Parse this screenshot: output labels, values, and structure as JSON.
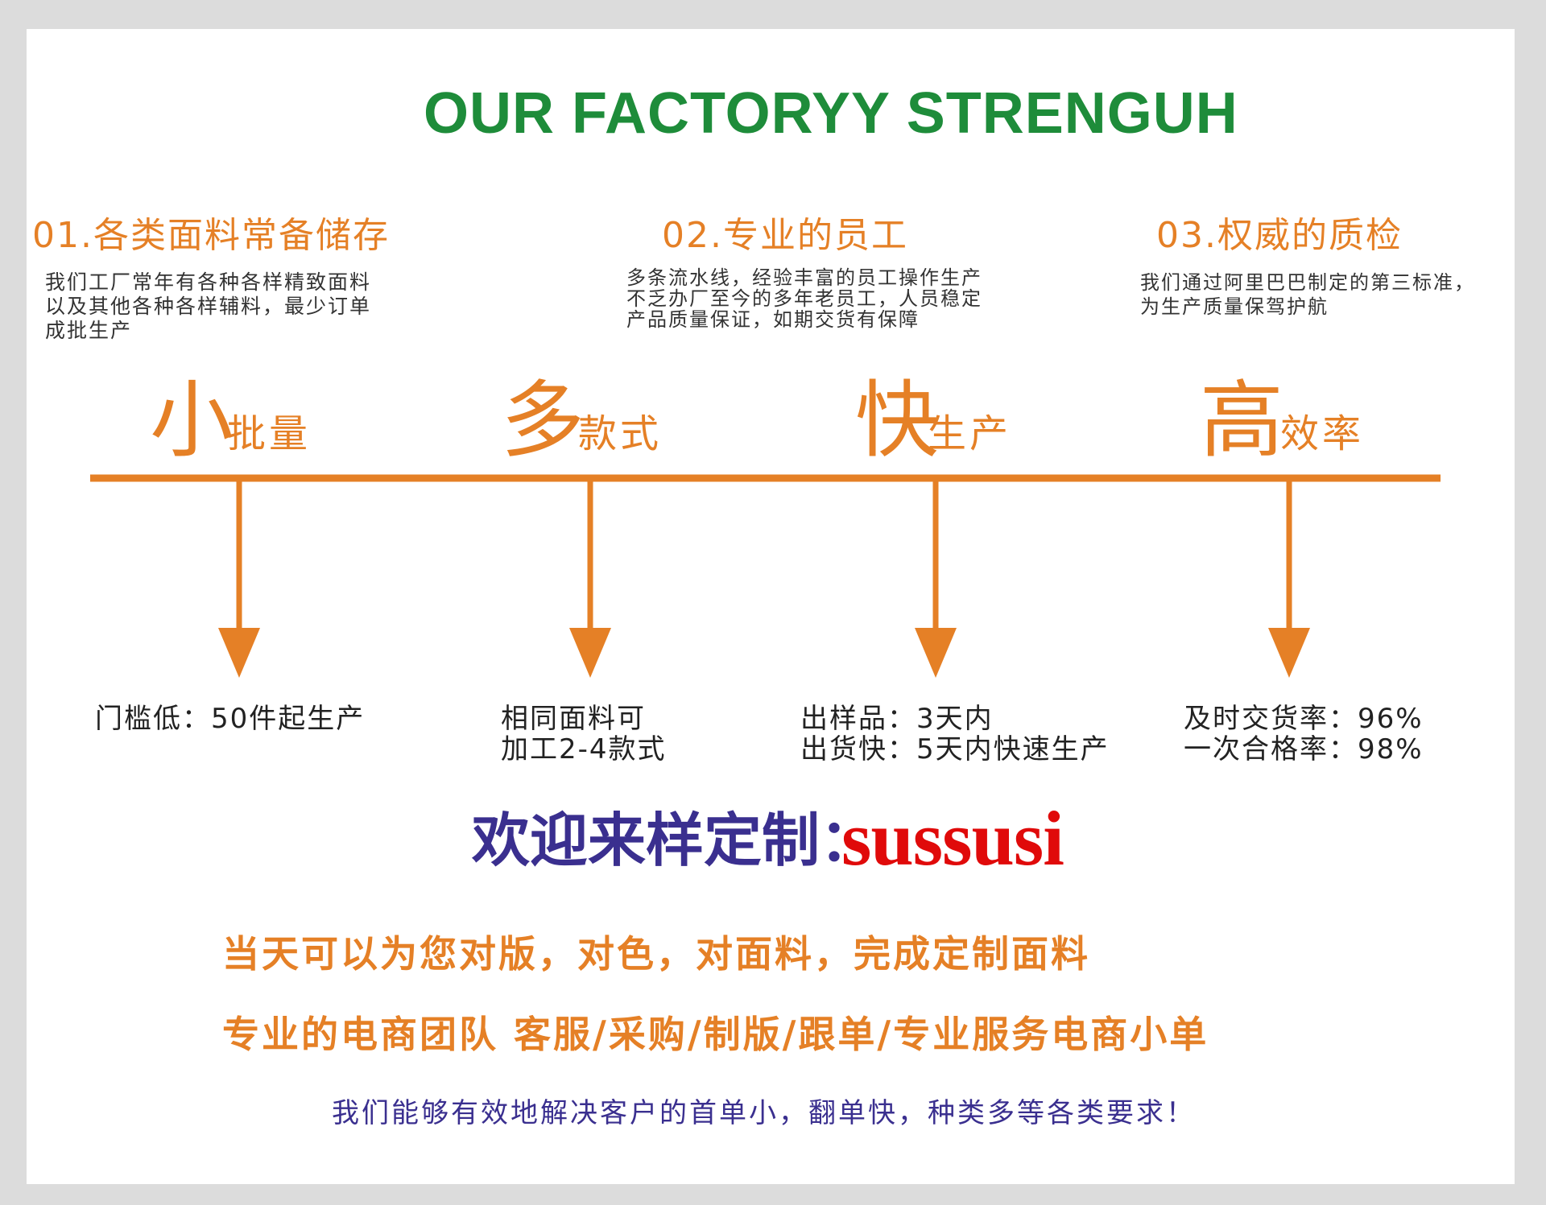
{
  "title": "OUR FACTORYY STRENGUH",
  "features": [
    {
      "heading": "01.各类面料常备储存",
      "lines": [
        "我们工厂常年有各种各样精致面料",
        "以及其他各种各样辅料，最少订单",
        "成批生产"
      ]
    },
    {
      "heading": "02.专业的员工",
      "lines": [
        "多条流水线，经验丰富的员工操作生产",
        "不乏办厂至今的多年老员工，人员稳定",
        "产品质量保证，如期交货有保障"
      ]
    },
    {
      "heading": "03.权威的质检",
      "lines": [
        "我们通过阿里巴巴制定的第三标准，",
        "为生产质量保驾护航"
      ]
    }
  ],
  "keywords": [
    {
      "big": "小",
      "small": "批量"
    },
    {
      "big": "多",
      "small": "款式"
    },
    {
      "big": "快",
      "small": "生产"
    },
    {
      "big": "高",
      "small": "效率"
    }
  ],
  "details": [
    [
      "门槛低：50件起生产"
    ],
    [
      "相同面料可",
      "加工2-4款式"
    ],
    [
      "出样品：3天内",
      "出货快：5天内快速生产"
    ],
    [
      "及时交货率：96%",
      "一次合格率：98%"
    ]
  ],
  "welcome": {
    "label": "欢迎来样定制：",
    "brand": "sussusi"
  },
  "promo_lines": [
    "当天可以为您对版，对色，对面料，完成定制面料",
    "专业的电商团队 客服/采购/制版/跟单/专业服务电商小单"
  ],
  "closing": "我们能够有效地解决客户的首单小，翻单快，种类多等各类要求！",
  "colors": {
    "accent": "#e58026",
    "title_green": "#1e8c3a",
    "navy": "#3a2f8f",
    "brand_red": "#e00a0a"
  }
}
